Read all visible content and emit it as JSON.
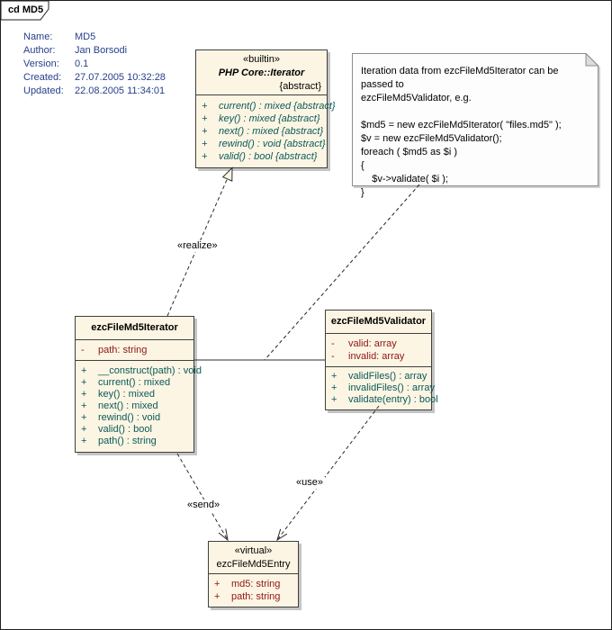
{
  "frame": {
    "title": "cd MD5"
  },
  "metadata": {
    "rows": [
      {
        "label": "Name:",
        "value": "MD5"
      },
      {
        "label": "Author:",
        "value": "Jan Borsodi"
      },
      {
        "label": "Version:",
        "value": "0.1"
      },
      {
        "label": "Created:",
        "value": "27.07.2005 10:32:28"
      },
      {
        "label": "Updated:",
        "value": "22.08.2005 11:34:01"
      }
    ]
  },
  "classes": {
    "builtin": {
      "stereotype": "«builtin»",
      "name": "PHP Core::Iterator",
      "modifier": "{abstract}",
      "methods": [
        {
          "vis": "+",
          "text": "current() : mixed {abstract}"
        },
        {
          "vis": "+",
          "text": "key() : mixed {abstract}"
        },
        {
          "vis": "+",
          "text": "next() : mixed {abstract}"
        },
        {
          "vis": "+",
          "text": "rewind() : void {abstract}"
        },
        {
          "vis": "+",
          "text": "valid() : bool {abstract}"
        }
      ]
    },
    "iterator": {
      "name": "ezcFileMd5Iterator",
      "attributes": [
        {
          "vis": "-",
          "text": "path: string"
        }
      ],
      "methods": [
        {
          "vis": "+",
          "text": "__construct(path) : void"
        },
        {
          "vis": "+",
          "text": "current() : mixed"
        },
        {
          "vis": "+",
          "text": "key() : mixed"
        },
        {
          "vis": "+",
          "text": "next() : mixed"
        },
        {
          "vis": "+",
          "text": "rewind() : void"
        },
        {
          "vis": "+",
          "text": "valid() : bool"
        },
        {
          "vis": "+",
          "text": "path() : string"
        }
      ]
    },
    "validator": {
      "name": "ezcFileMd5Validator",
      "attributes": [
        {
          "vis": "-",
          "text": "valid: array"
        },
        {
          "vis": "-",
          "text": "invalid: array"
        }
      ],
      "methods": [
        {
          "vis": "+",
          "text": "validFiles() : array"
        },
        {
          "vis": "+",
          "text": "invalidFiles() : array"
        },
        {
          "vis": "+",
          "text": "validate(entry) : bool"
        }
      ]
    },
    "entry": {
      "stereotype": "«virtual»",
      "name": "ezcFileMd5Entry",
      "attributes": [
        {
          "vis": "+",
          "text": "md5: string"
        },
        {
          "vis": "+",
          "text": "path: string"
        }
      ]
    }
  },
  "note": {
    "text": "Iteration data from ezcFileMd5Iterator can be passed to\nezcFileMd5Validator, e.g.\n\n$md5 = new ezcFileMd5Iterator( \"files.md5\" );\n$v = new ezcFileMd5Validator();\nforeach ( $md5 as $i )\n{\n    $v->validate( $i );\n}"
  },
  "connectors": {
    "realize_label": "«realize»",
    "send_label": "«send»",
    "use_label": "«use»"
  },
  "colors": {
    "class_fill": "#fcf5e3",
    "class_border": "#3f3f3f",
    "attribute_text": "#8e1616",
    "method_text": "#0a5a5a",
    "metadata_text": "#27408b",
    "note_fill": "#fdfdfd",
    "note_border": "#8c8c8c",
    "shadow": "#c4c4c4"
  }
}
